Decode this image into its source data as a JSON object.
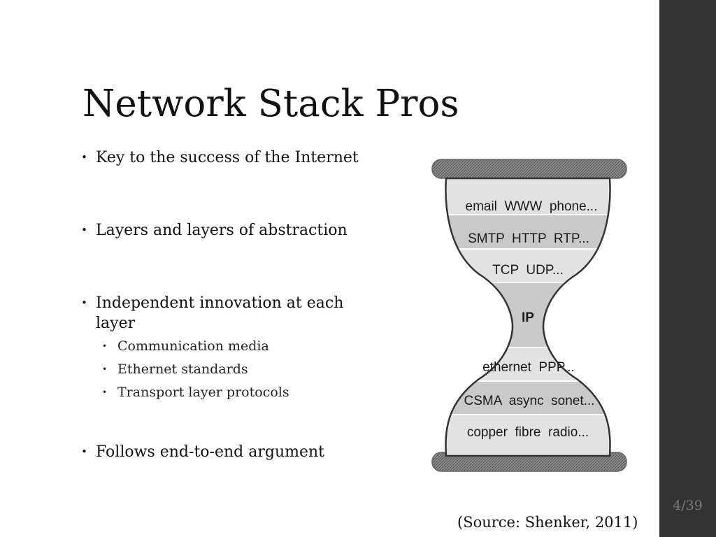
{
  "slide": {
    "title": "Network Stack Pros",
    "page_number": "4/39",
    "source": "(Source: Shenker, 2011)"
  },
  "bullets": {
    "b1": "Key to the success of the Internet",
    "b2": "Layers and layers of abstraction",
    "b3_line1": "Independent innovation at each",
    "b3_line2": "layer",
    "sub1": "Communication media",
    "sub2": "Ethernet standards",
    "sub3": "Transport layer protocols",
    "b4": "Follows end-to-end argument"
  },
  "hourglass": {
    "layers": [
      "email  WWW  phone...",
      "SMTP  HTTP  RTP...",
      "TCP  UDP...",
      "IP",
      "ethernet  PPP...",
      "CSMA  async  sonet...",
      "copper  fibre  radio..."
    ]
  },
  "colors": {
    "sidebar": "#333333",
    "layer_light": "#e2e2e2",
    "layer_dark": "#c9c9c9"
  }
}
